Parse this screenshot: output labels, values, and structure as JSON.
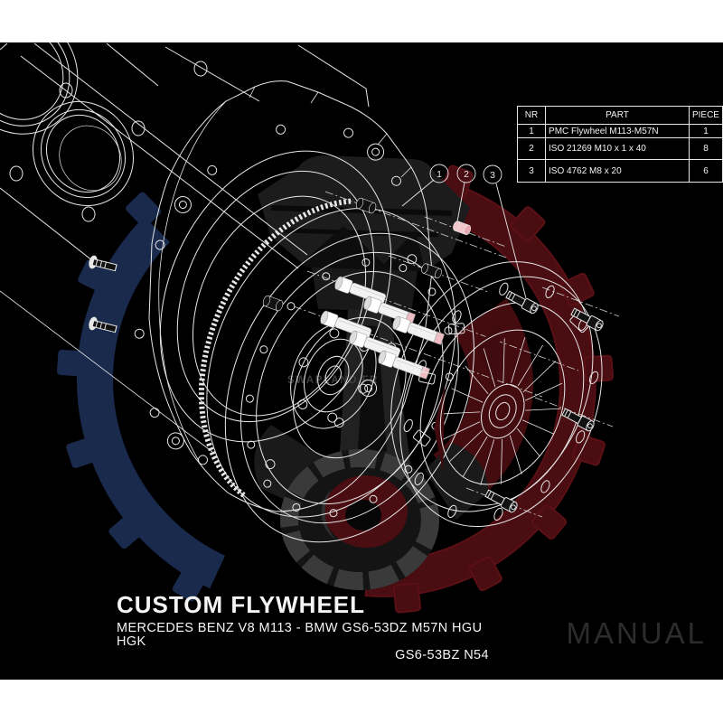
{
  "page": {
    "background_color": "#000000",
    "band_color": "#ffffff"
  },
  "title_block": {
    "title": "CUSTOM FLYWHEEL",
    "subtitle_line1": "MERCEDES BENZ V8 M113 - BMW GS6-53DZ M57N HGU HGK",
    "subtitle_line2": "GS6-53BZ N54",
    "manual_label": "MANUAL"
  },
  "parts_table": {
    "headers": [
      "NR",
      "PART",
      "PIECE"
    ],
    "rows": [
      {
        "nr": "1",
        "part": "PMC Flywheel M113-M57N",
        "piece": "1"
      },
      {
        "nr": "2",
        "part": "ISO 21269 M10 x 1 x 40",
        "piece": "8"
      },
      {
        "nr": "3",
        "part": "ISO 4762 M8 x 20",
        "piece": "6"
      }
    ]
  },
  "diagram": {
    "callouts": [
      {
        "label": "1"
      },
      {
        "label": "2"
      },
      {
        "label": "3"
      }
    ],
    "watermark_text": "SWAPLAND.FR",
    "colors": {
      "line": "#e8e8e8",
      "watermark_red": "#4a0d11",
      "watermark_blue": "#1a2a4d",
      "watermark_gray": "#1d1d1d",
      "highlight_pink": "#f1bcc3",
      "manual_gray": "#2c2c2c"
    }
  }
}
